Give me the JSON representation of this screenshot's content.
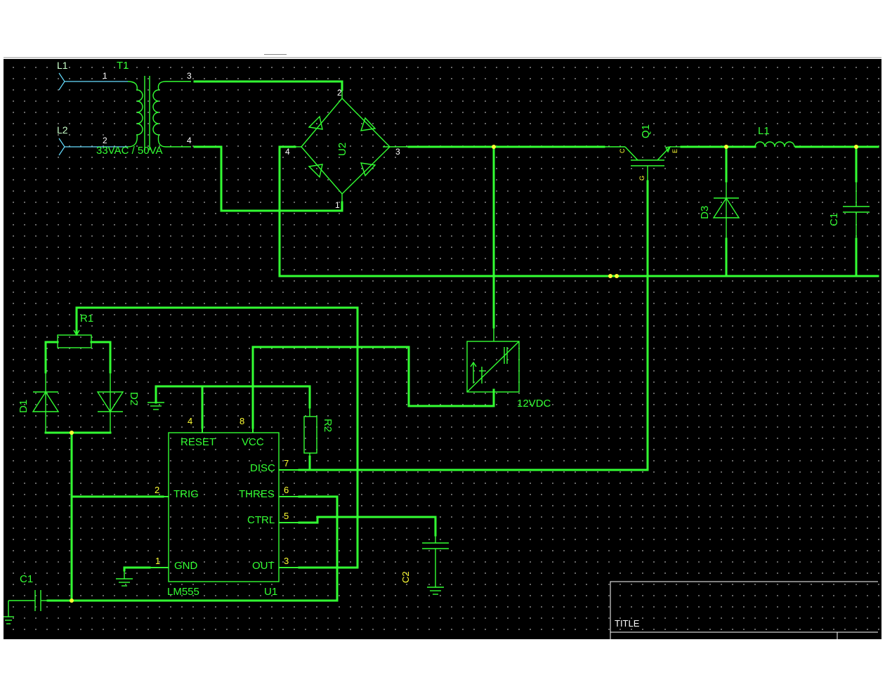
{
  "schematic": {
    "ports": {
      "l1": "L1",
      "l2": "L2"
    },
    "transformer": {
      "ref": "T1",
      "rating": "33VAC / 50VA",
      "pins": [
        "1",
        "2",
        "3",
        "4"
      ]
    },
    "bridge": {
      "ref": "U2",
      "pins": [
        "2",
        "4",
        "3",
        "1"
      ]
    },
    "transistor": {
      "ref": "Q1",
      "pins": {
        "c": "C",
        "e": "E",
        "g": "G"
      }
    },
    "inductor": {
      "ref": "L1"
    },
    "diode_d3": {
      "ref": "D3"
    },
    "cap_c1_right": {
      "ref": "C1"
    },
    "cap_c1_left": {
      "ref": "C1"
    },
    "cap_c2": {
      "ref": "C2"
    },
    "pot": {
      "ref": "R1"
    },
    "diode_d1": {
      "ref": "D1"
    },
    "diode_d2": {
      "ref": "D2"
    },
    "resistor_r2": {
      "ref": "R2"
    },
    "dc_supply": {
      "label": "12VDC"
    },
    "ic": {
      "ref": "U1",
      "part": "LM555",
      "pins": {
        "reset": {
          "name": "RESET",
          "num": "4"
        },
        "vcc": {
          "name": "VCC",
          "num": "8"
        },
        "disc": {
          "name": "DISC",
          "num": "7"
        },
        "trig": {
          "name": "TRIG",
          "num": "2"
        },
        "thres": {
          "name": "THRES",
          "num": "6"
        },
        "ctrl": {
          "name": "CTRL",
          "num": "5"
        },
        "gnd": {
          "name": "GND",
          "num": "1"
        },
        "out": {
          "name": "OUT",
          "num": "3"
        }
      }
    }
  },
  "title_block": {
    "title_label": "TITLE"
  },
  "colors": {
    "wire": "#33ff33",
    "junction": "#ffff33",
    "background": "#000000",
    "port": "#66ddff"
  }
}
